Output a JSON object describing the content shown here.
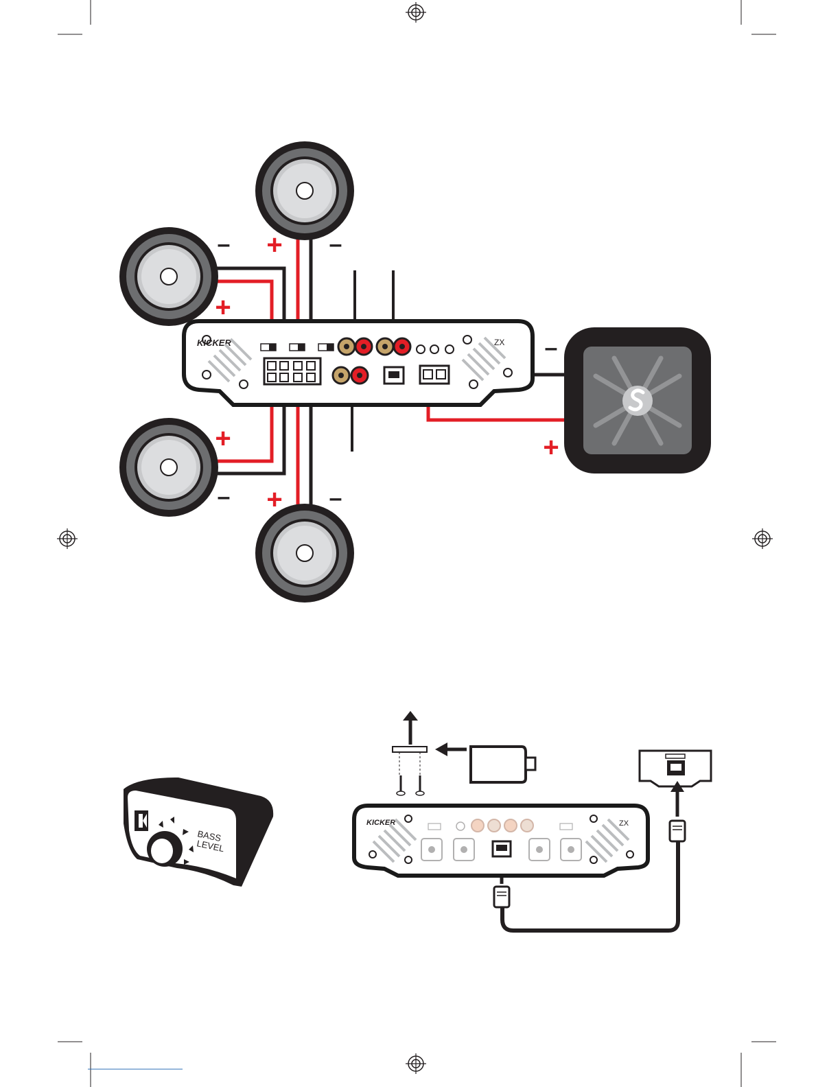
{
  "amplifier_top": {
    "brand": "KICKER",
    "model": "ZX"
  },
  "amplifier_bottom": {
    "brand": "KICKER",
    "model": "ZX"
  },
  "bass_remote": {
    "label_line1": "BASS",
    "label_line2": "LEVEL"
  },
  "polarity": {
    "positive": "+",
    "negative": "–"
  },
  "colors": {
    "positive_wire": "#e31e26",
    "negative_wire": "#231f20",
    "outline": "#1a1a1a",
    "speaker_ring": "#6d6e70",
    "speaker_cone": "#c8c9cb",
    "sub_face": "#6d6e70"
  }
}
